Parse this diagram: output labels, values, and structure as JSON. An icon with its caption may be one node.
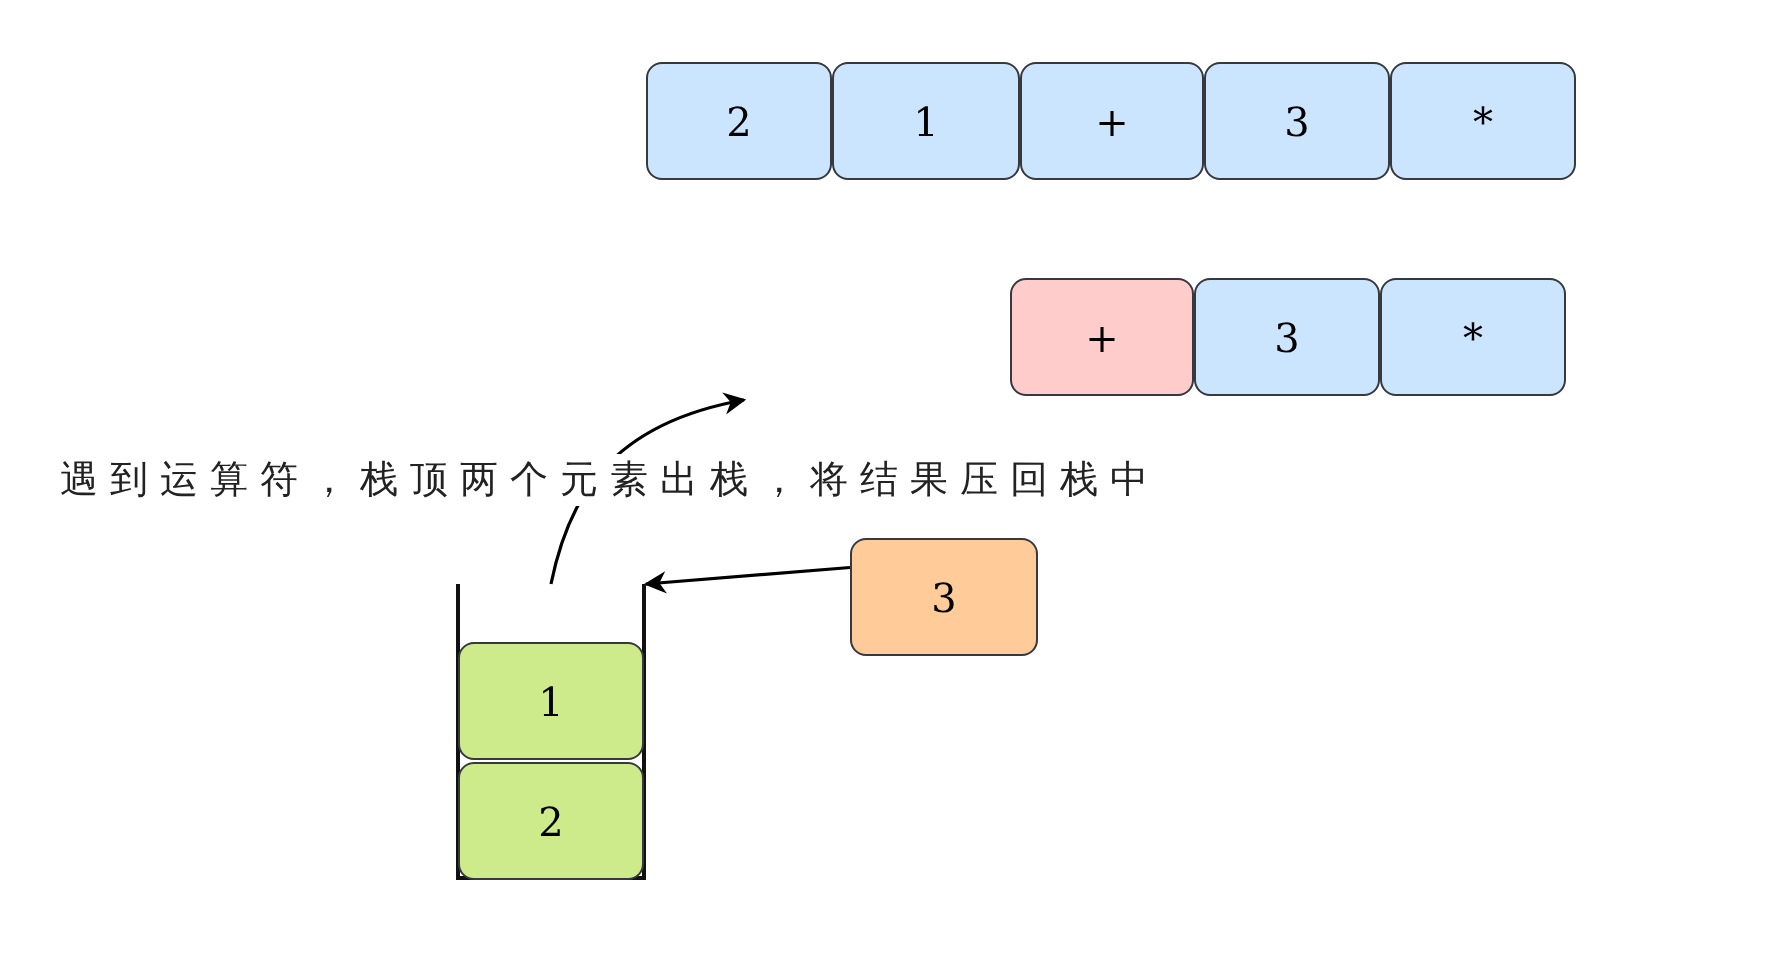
{
  "diagram": {
    "nodes": [
      {
        "text": [
          "2"
        ]
      },
      {
        "text": [
          "1"
        ]
      },
      {
        "text": [
          "+"
        ]
      },
      {
        "text": [
          "3"
        ]
      },
      {
        "text": [
          "*"
        ]
      },
      {
        "text": [
          "+"
        ]
      },
      {
        "text": [
          "3"
        ]
      },
      {
        "text": [
          "*"
        ]
      },
      {
        "text": [],
        "shape": "container"
      },
      {
        "text": [
          "1"
        ],
        "in": 8
      },
      {
        "text": [
          "2"
        ],
        "in": 8
      },
      {
        "text": [
          "3"
        ]
      }
    ],
    "edges": [
      {
        "from": 11,
        "to": 8,
        "arrow": "to"
      },
      {
        "from": 8,
        "to": null,
        "arrow": "to"
      }
    ],
    "labels": [
      "遇到运算符，栈顶两个元素出栈，将结果压回栈中"
    ]
  }
}
